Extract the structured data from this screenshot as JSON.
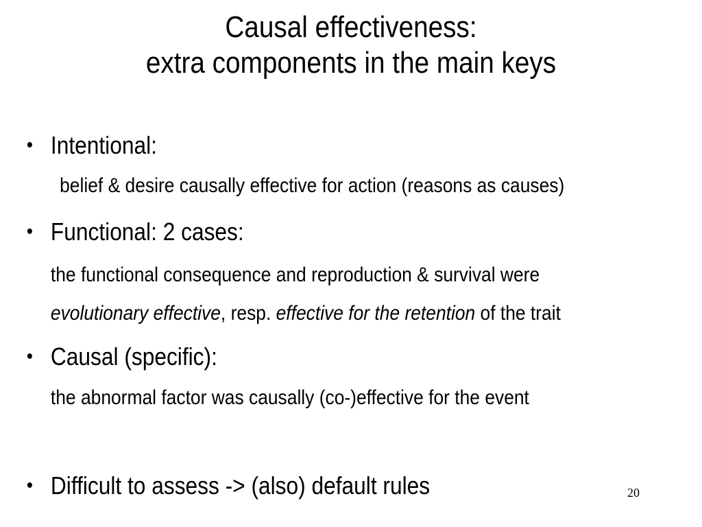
{
  "slide": {
    "title_line1": "Causal effectiveness:",
    "title_line2": "extra components in the main keys",
    "bullet_char": "•",
    "items": [
      {
        "heading": "Intentional:",
        "detail": "belief & desire causally effective for action (reasons as causes)"
      },
      {
        "heading": "Functional: 2 cases:",
        "detail_line1": "the functional consequence and reproduction & survival were",
        "detail_line2_italic1": "evolutionary effective",
        "detail_line2_text1": ", resp. ",
        "detail_line2_italic2": "effective for the retention",
        "detail_line2_text2": " of the trait"
      },
      {
        "heading": "Causal (specific):",
        "detail": "the abnormal factor was causally (co-)effective for the event"
      },
      {
        "heading": "Difficult to assess -> (also) default rules"
      }
    ],
    "page_number": "20"
  }
}
